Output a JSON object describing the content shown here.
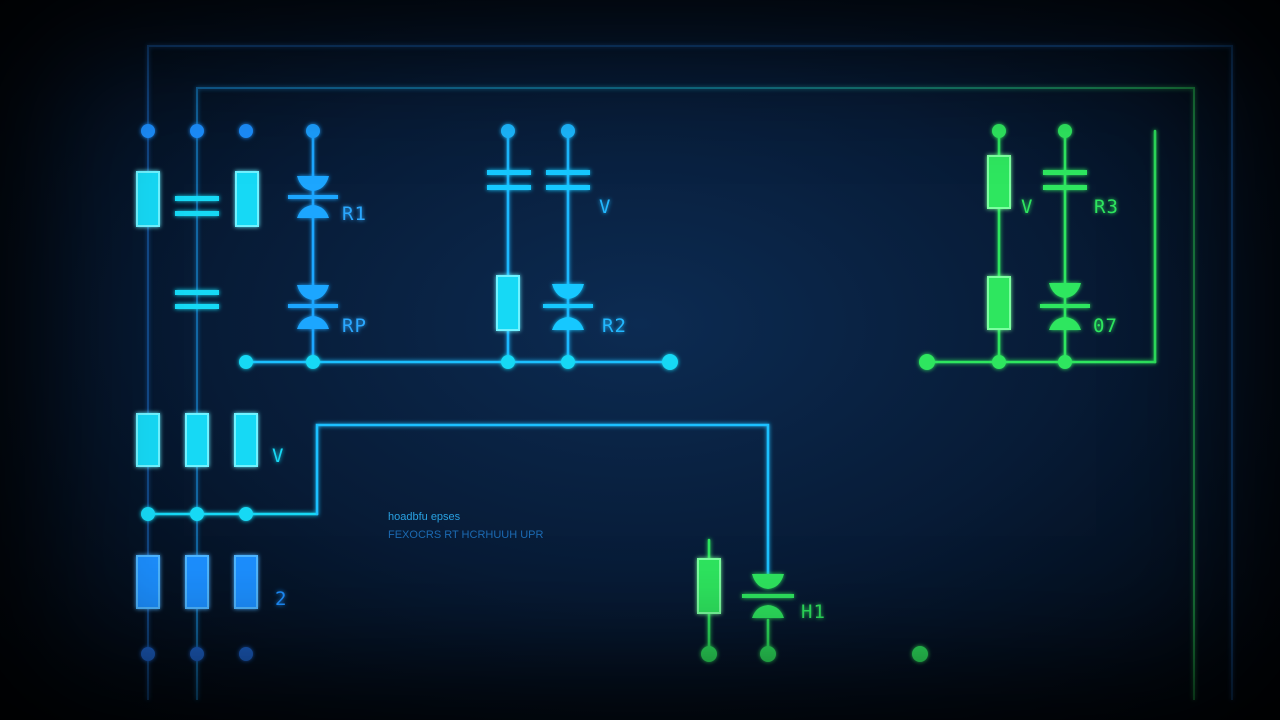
{
  "colors": {
    "blue": "#1fa6ff",
    "cyan": "#19d9f5",
    "green": "#2ee65f",
    "deep_blue": "#1466e0"
  },
  "labels": {
    "r1": "R1",
    "rp": "RP",
    "v_mid": "V",
    "r2": "R2",
    "v_right": "V",
    "r3": "R3",
    "o7": "07",
    "v_low": "V",
    "two": "2",
    "h1": "H1"
  },
  "caption": {
    "line1": "hoadbfu epses",
    "line2": "FEXOCRS RT HCRHUUH UPR"
  }
}
